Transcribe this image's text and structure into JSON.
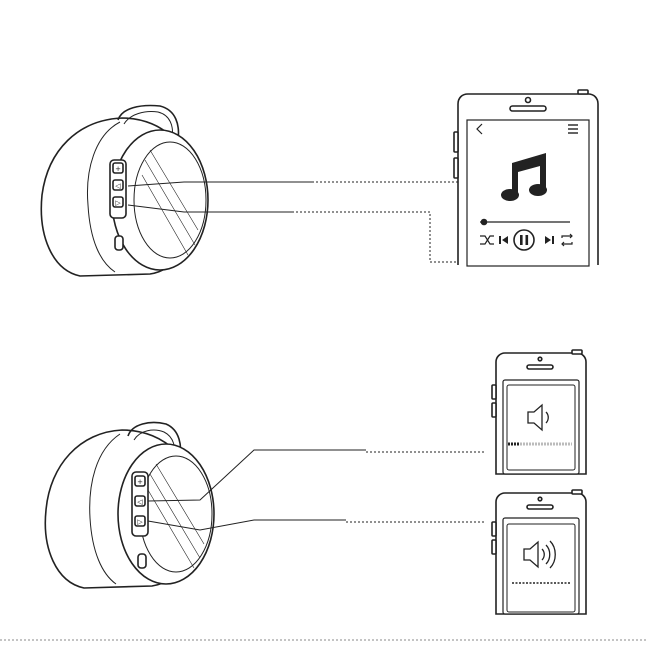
{
  "diagram": {
    "top_section": {
      "headphone": {
        "buttons": [
          "vol-up",
          "prev-track",
          "next-track"
        ]
      },
      "phone": {
        "screen": "music-player",
        "icons": [
          "back-chevron-icon",
          "menu-icon",
          "music-note-icon",
          "shuffle-icon",
          "prev-icon",
          "pause-icon",
          "next-icon",
          "repeat-icon"
        ]
      },
      "callouts": [
        "prev-track-to-prev-icon",
        "next-track-to-next-icon"
      ]
    },
    "bottom_section": {
      "headphone": {
        "buttons": [
          "vol-up",
          "vol-down",
          "vol-minus"
        ]
      },
      "phones": [
        {
          "screen": "volume-low",
          "icon": "speaker-low-icon",
          "level": 0.1
        },
        {
          "screen": "volume-high",
          "icon": "speaker-high-icon",
          "level": 1.0
        }
      ]
    }
  },
  "colors": {
    "line": "#222222",
    "fill": "#ffffff",
    "ear_cushion": "#ffffff"
  }
}
